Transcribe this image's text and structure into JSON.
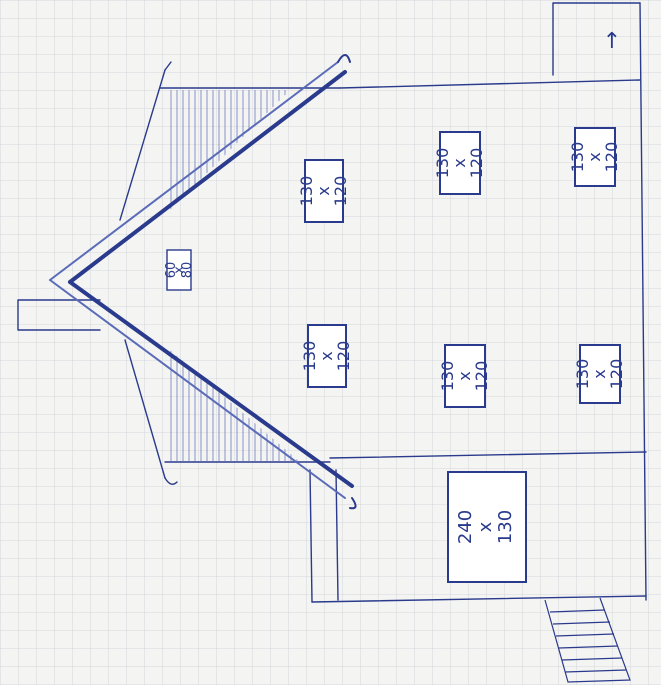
{
  "colors": {
    "paper": "#f4f4f2",
    "grid": "#c9cfd6",
    "ink": "#2a3a8c",
    "ink_light": "#5a6bb8"
  },
  "windows": {
    "w1": {
      "line1": "130",
      "line2": "x",
      "line3": "120"
    },
    "w2": {
      "line1": "130",
      "line2": "x",
      "line3": "120"
    },
    "w3": {
      "line1": "130",
      "line2": "x",
      "line3": "120"
    },
    "w4": {
      "line1": "130",
      "line2": "x",
      "line3": "120"
    },
    "w5": {
      "line1": "130",
      "line2": "x",
      "line3": "120"
    },
    "w6": {
      "line1": "130",
      "line2": "x",
      "line3": "120"
    },
    "attic": {
      "line1": "60",
      "line2": "x",
      "line3": "80"
    },
    "door": {
      "line1": "240",
      "line2": "x",
      "line3": "130"
    }
  },
  "annotations": {
    "arrow": "↑"
  }
}
